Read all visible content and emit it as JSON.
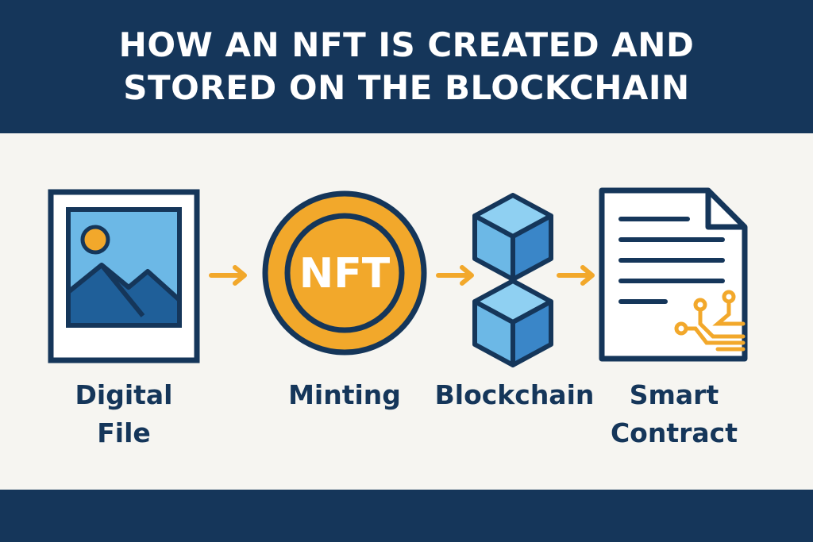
{
  "header": {
    "title_line1": "HOW AN NFT IS CREATED AND",
    "title_line2": "STORED ON THE BLOCKCHAIN"
  },
  "colors": {
    "navy": "#15365a",
    "background": "#f6f5f1",
    "light_blue": "#6cb8e6",
    "mid_blue": "#3a86c8",
    "dark_blue": "#1f5f99",
    "gold": "#f2a82b"
  },
  "steps": [
    {
      "icon": "image-icon",
      "label_line1": "Digital",
      "label_line2": "File"
    },
    {
      "icon": "nft-coin-icon",
      "coin_text": "NFT",
      "label_line1": "Minting",
      "label_line2": ""
    },
    {
      "icon": "blockchain-cubes-icon",
      "label_line1": "Blockchain",
      "label_line2": ""
    },
    {
      "icon": "contract-document-icon",
      "label_line1": "Smart",
      "label_line2": "Contract"
    }
  ],
  "connectors": [
    {
      "from": "Digital File",
      "to": "Minting",
      "icon": "arrow-right-icon"
    },
    {
      "from": "Minting",
      "to": "Blockchain",
      "icon": "arrow-right-icon"
    },
    {
      "from": "Blockchain",
      "to": "Smart Contract",
      "icon": "arrow-right-icon"
    }
  ]
}
